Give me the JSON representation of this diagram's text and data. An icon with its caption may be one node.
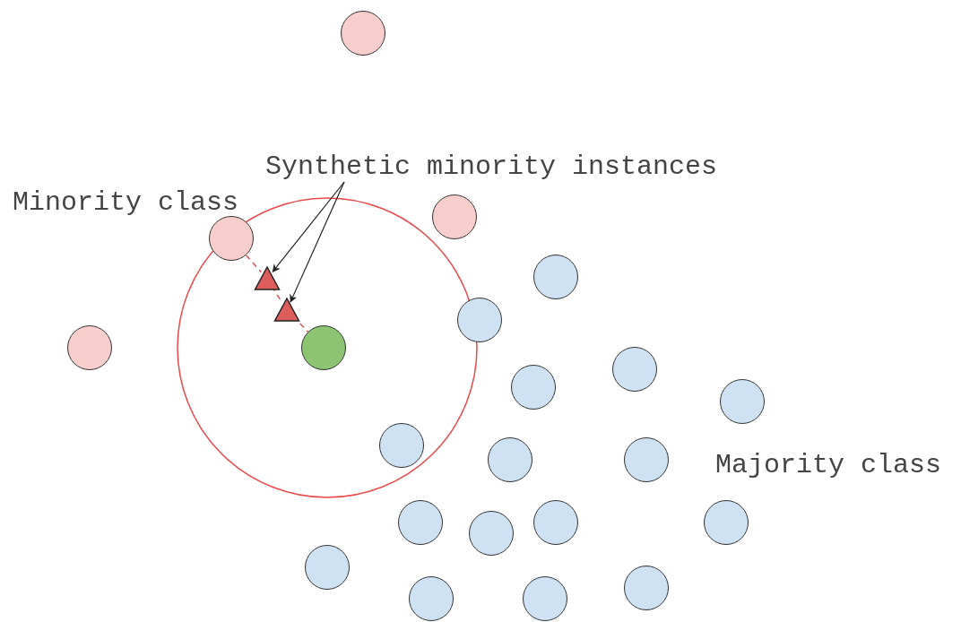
{
  "diagram": {
    "nodes": [
      {
        "text": [
          "Synthetic minority instances"
        ]
      },
      {
        "text": [],
        "shape": "circle"
      },
      {
        "text": [],
        "shape": "circle"
      },
      {
        "text": [],
        "shape": "circle"
      },
      {
        "text": [],
        "shape": "circle"
      },
      {
        "text": [],
        "shape": "circle"
      },
      {
        "text": [],
        "shape": "triangle"
      },
      {
        "text": [],
        "shape": "triangle"
      },
      {
        "text": [],
        "shape": "circle"
      },
      {
        "text": [],
        "shape": "circle"
      },
      {
        "text": [],
        "shape": "circle"
      },
      {
        "text": [],
        "shape": "circle"
      },
      {
        "text": [],
        "shape": "circle"
      },
      {
        "text": [],
        "shape": "circle"
      },
      {
        "text": [],
        "shape": "circle"
      },
      {
        "text": [],
        "shape": "circle"
      },
      {
        "text": [],
        "shape": "circle"
      },
      {
        "text": [],
        "shape": "circle"
      },
      {
        "text": [],
        "shape": "circle"
      },
      {
        "text": [],
        "shape": "circle"
      },
      {
        "text": [],
        "shape": "circle"
      },
      {
        "text": [],
        "shape": "circle"
      },
      {
        "text": [],
        "shape": "circle"
      },
      {
        "text": [],
        "shape": "circle"
      }
    ],
    "edges": [
      {
        "from": 0,
        "to": 6,
        "arrow": "to",
        "color": "#222222"
      },
      {
        "from": 0,
        "to": 7,
        "arrow": "to",
        "color": "#222222"
      },
      {
        "from": 3,
        "to": 6,
        "arrow": "none",
        "style": "dashed",
        "color": "#e05050"
      },
      {
        "from": 6,
        "to": 7,
        "arrow": "none",
        "style": "dashed",
        "color": "#e05050"
      },
      {
        "from": 7,
        "to": 5,
        "arrow": "none",
        "style": "dashed",
        "color": "#e05050"
      }
    ],
    "labels": [
      "Minority class",
      "Majority class"
    ]
  }
}
